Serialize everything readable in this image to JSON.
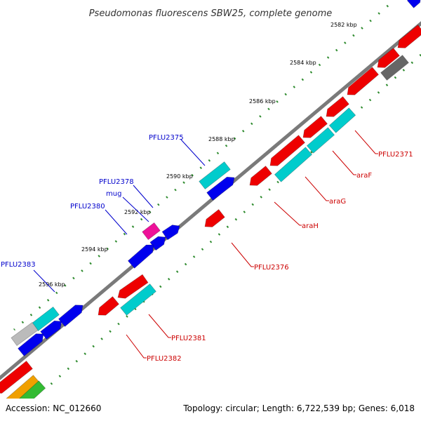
{
  "title": "Pseudomonas fluorescens SBW25, complete genome",
  "footer": {
    "accession": "Accession: NC_012660",
    "summary": "Topology: circular; Length: 6,722,539 bp; Genes: 6,018"
  },
  "colors": {
    "backbone": "#808080",
    "tick_dots": "#2e8b2e",
    "forward_label": "#0000cc",
    "reverse_label": "#cc0000",
    "red": "#ee0000",
    "blue": "#0000ee",
    "cyan": "#00cccc",
    "magenta": "#ee1199",
    "gray": "#666666",
    "light_gray": "#bbbbbb",
    "orange": "#f0a000",
    "green": "#33bb33"
  },
  "ticks": [
    "2582 kbp",
    "2584 kbp",
    "2586 kbp",
    "2588 kbp",
    "2590 kbp",
    "2592 kbp",
    "2594 kbp",
    "2596 kbp"
  ],
  "gene_labels": {
    "forward": [
      "PFLU2375",
      "PFLU2378",
      "mug",
      "PFLU2380",
      "PFLU2383"
    ],
    "reverse": [
      "PFLU2371",
      "araF",
      "araG",
      "araH",
      "PFLU2376",
      "PFLU2381",
      "PFLU2382"
    ]
  }
}
